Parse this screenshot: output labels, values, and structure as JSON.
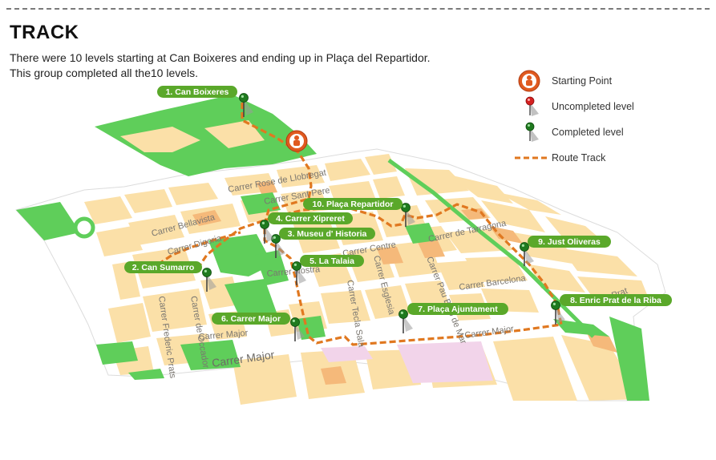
{
  "header": {
    "title": "TRACK",
    "line1": "There were 10 levels starting at Can Boixeres and ending up in Plaça del Repartidor.",
    "line2": "This group completed all the10 levels."
  },
  "legend": {
    "starting_point": "Starting Point",
    "uncompleted": "Uncompleted level",
    "completed": "Completed level",
    "route": "Route Track"
  },
  "colors": {
    "route": "#e07820",
    "completed_pin": "#1f7a1f",
    "uncompleted_pin": "#d42020",
    "label_bg": "#5aa82a",
    "park": "#5fce5a",
    "block": "#fbe0a8",
    "road": "#ffffff"
  },
  "levels": [
    {
      "label": "1. Can Boixeres"
    },
    {
      "label": "2. Can Sumarro"
    },
    {
      "label": "3. Museu d' Historia"
    },
    {
      "label": "4. Carrer Xipreret"
    },
    {
      "label": "5. La Talaia"
    },
    {
      "label": "6. Carrer Major"
    },
    {
      "label": "7. Plaça Ajuntament"
    },
    {
      "label": "8. Enric Prat de la Riba"
    },
    {
      "label": "9. Just Oliveras"
    },
    {
      "label": "10. Plaça Repartidor"
    }
  ],
  "streets": [
    "Carrer Major",
    "Carrer Major",
    "Carrer Major",
    "Carrer Barcelona",
    "Carrer Tecla Sala",
    "Carrer Esglesia",
    "Carrer Pau Bolo de Mar",
    "Carrer Centre",
    "Carrer de Tarragona",
    "Carrer Bellavista",
    "Carrer Digoria",
    "Carrer Frederic Prats",
    "Carrer de Occador",
    "Carrer Sant Pere",
    "Carrer Nostra",
    "Enric Prat",
    "Carrer Rose de Llobregat"
  ]
}
